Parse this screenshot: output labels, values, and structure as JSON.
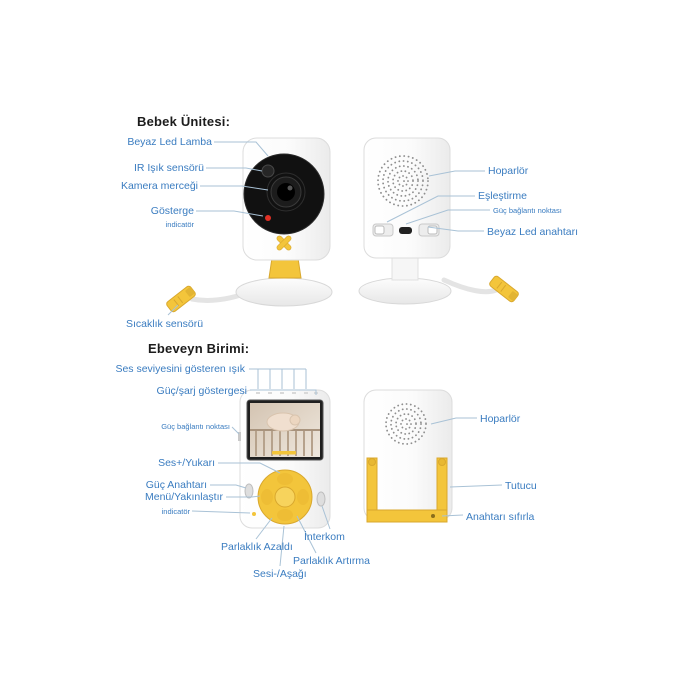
{
  "colors": {
    "accent_yellow": "#f3c53b",
    "accent_yellow_dark": "#d9a82e",
    "label_blue": "#3a7cc0",
    "leader_line": "#a9c2d6",
    "indicator_red": "#e03025",
    "camera_face_black": "#111111"
  },
  "baby": {
    "title": "Bebek Ünitesi:",
    "led_lamp": "Beyaz Led Lamba",
    "ir_sensor": "IR Işık sensörü",
    "camera_lens": "Kamera merceği",
    "indicator": "Gösterge",
    "indicator_sub": "indicatör",
    "temp_sensor": "Sıcaklık sensörü",
    "speaker": "Hoparlör",
    "pairing": "Eşleştirme",
    "power_port": "Güç bağlantı noktası",
    "led_switch": "Beyaz Led anahtarı"
  },
  "parent": {
    "title": "Ebeveyn Birimi:",
    "volume_lights": "Ses seviyesini gösteren ışık",
    "charge_indicator": "Güç/şarj göstergesi",
    "power_port": "Güç bağlantı noktası",
    "volume_up": "Ses+/Yukarı",
    "power_switch": "Güç Anahtarı",
    "menu_zoom": "Menü/Yakınlaştır",
    "indicator_sub": "indicatör",
    "brightness_down": "Parlaklık Azaldı",
    "volume_down": "Sesi-/Aşağı",
    "brightness_up": "Parlaklık Artırma",
    "intercom": "İnterkom",
    "speaker": "Hoparlör",
    "holder": "Tutucu",
    "reset": "Anahtarı sıfırla"
  }
}
